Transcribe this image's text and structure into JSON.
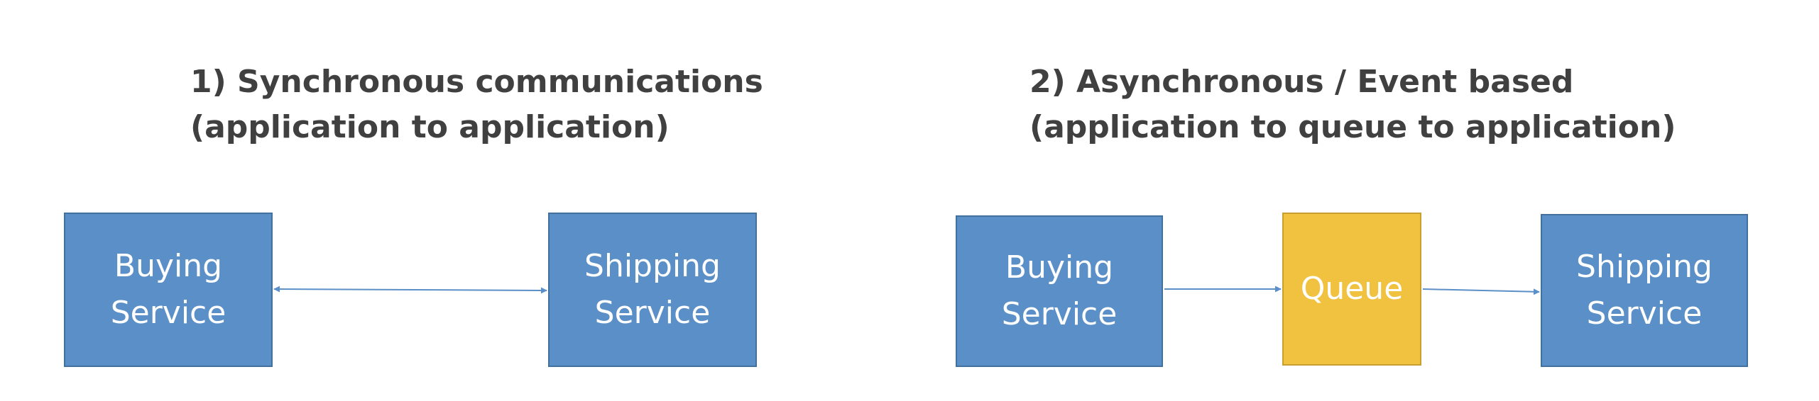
{
  "sync": {
    "title_line1": "1) Synchronous communications",
    "title_line2": "(application to application)",
    "buying_label": "Buying\nService",
    "shipping_label": "Shipping\nService"
  },
  "async": {
    "title_line1": "2) Asynchronous / Event based",
    "title_line2": "(application to queue to application)",
    "buying_label": "Buying\nService",
    "queue_label": "Queue",
    "shipping_label": "Shipping\nService"
  },
  "colors": {
    "service_fill": "#5b8fc8",
    "service_border": "#41719c",
    "queue_fill": "#f0c240",
    "arrow": "#5b8fc8",
    "title_text": "#404040"
  }
}
